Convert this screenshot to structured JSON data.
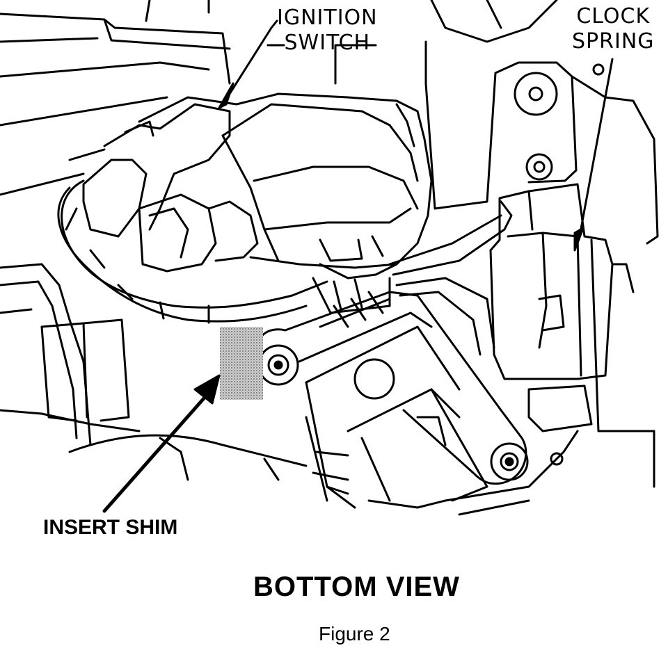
{
  "labels": {
    "ignition_line1": "IGNITION",
    "ignition_line2": "SWITCH",
    "clock_line1": "CLOCK",
    "clock_line2": "SPRING",
    "insert_shim": "INSERT SHIM",
    "view": "BOTTOM VIEW",
    "figure": "Figure 2"
  }
}
